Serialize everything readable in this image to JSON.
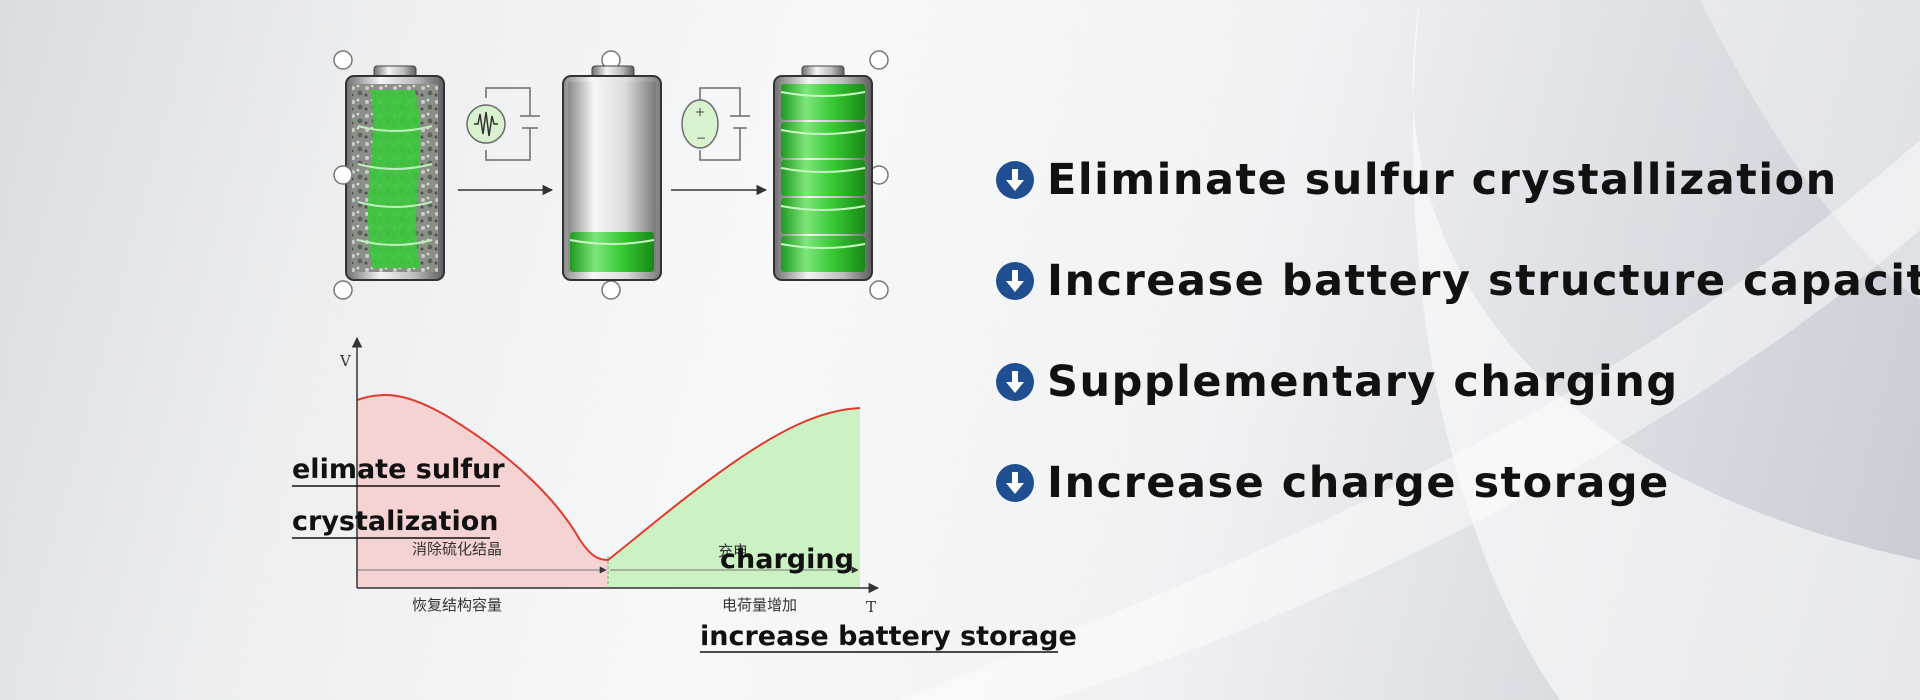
{
  "colors": {
    "bullet": "#1f4f91",
    "battery_green": "#2fc02f",
    "curve_red": "#e23b2e",
    "area_pink": "#f6d3d3",
    "area_green": "#ccf2c4"
  },
  "features": [
    {
      "icon": "down-arrow-circle-icon",
      "text": "Eliminate sulfur crystallization"
    },
    {
      "icon": "down-arrow-circle-icon",
      "text": "Increase battery structure capacity"
    },
    {
      "icon": "down-arrow-circle-icon",
      "text": "Supplementary charging"
    },
    {
      "icon": "down-arrow-circle-icon",
      "text": "Increase charge storage"
    }
  ],
  "graph": {
    "y_axis": "V",
    "x_axis": "T",
    "cn_left_upper": "消除硫化结晶",
    "cn_left_lower": "恢复结构容量",
    "cn_right_upper": "充电",
    "cn_right_lower": "电荷量增加"
  },
  "overlay_labels": {
    "left_line1": "elimate sulfur",
    "left_line2": "crystalization",
    "right": "charging",
    "bottom": "increase battery storage"
  }
}
